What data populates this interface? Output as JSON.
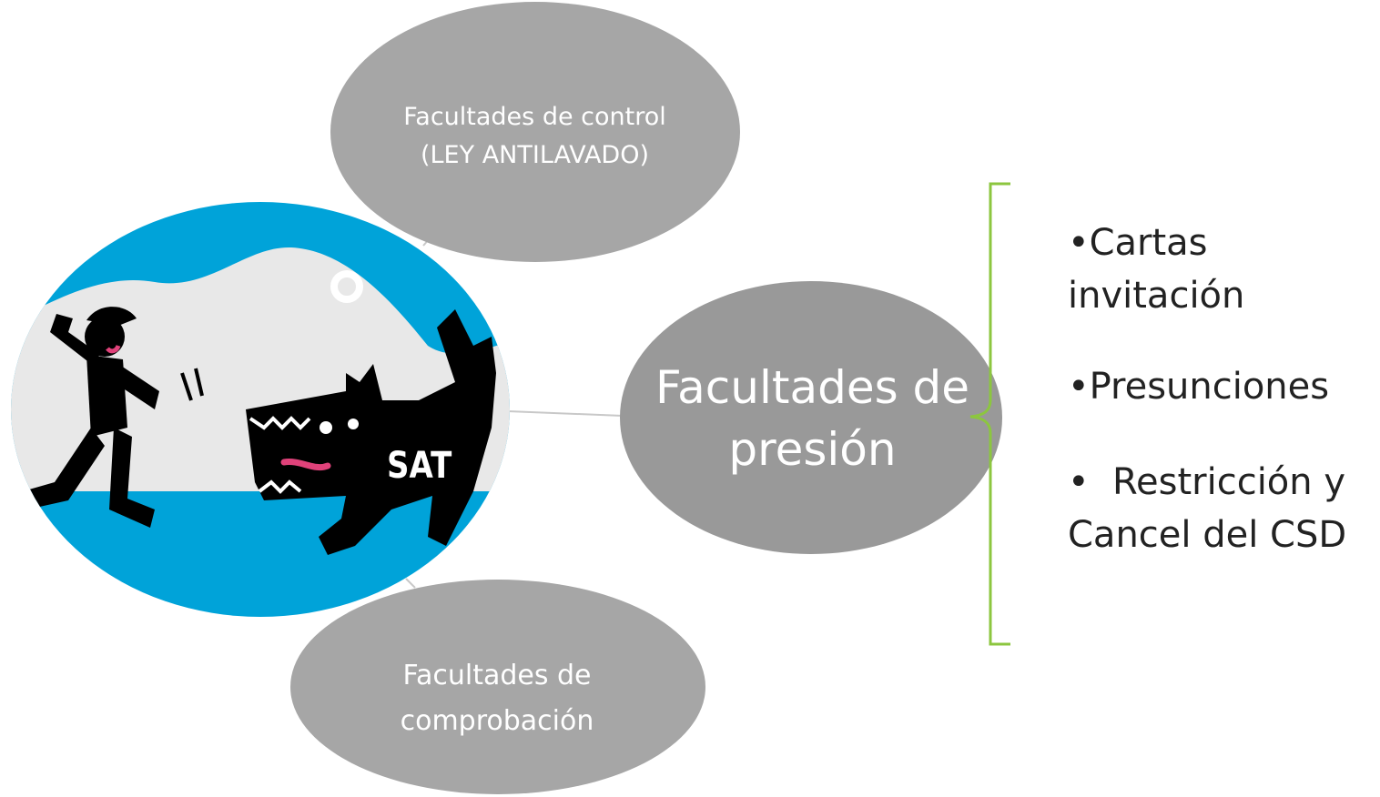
{
  "diagram": {
    "nodes": {
      "control": {
        "label": "Facultades de control (LEY ANTILAVADO)"
      },
      "presion": {
        "label": "Facultades de presión"
      },
      "comprobacion": {
        "label": "Facultades de comprobación"
      }
    },
    "illustration": {
      "badge_text": "SAT",
      "icon": "dog-chasing-person-illustration"
    },
    "bullets": [
      "•Cartas invitación",
      "•Presunciones",
      "•  Restricción y Cancel del CSD"
    ],
    "colors": {
      "node_fill": "#a6a6a6",
      "node_center_fill": "#999999",
      "bracket": "#8cc63f",
      "sky": "#00a3d9",
      "mountain": "#e8e8e8",
      "figure": "#000000",
      "accent": "#e0427a"
    }
  }
}
